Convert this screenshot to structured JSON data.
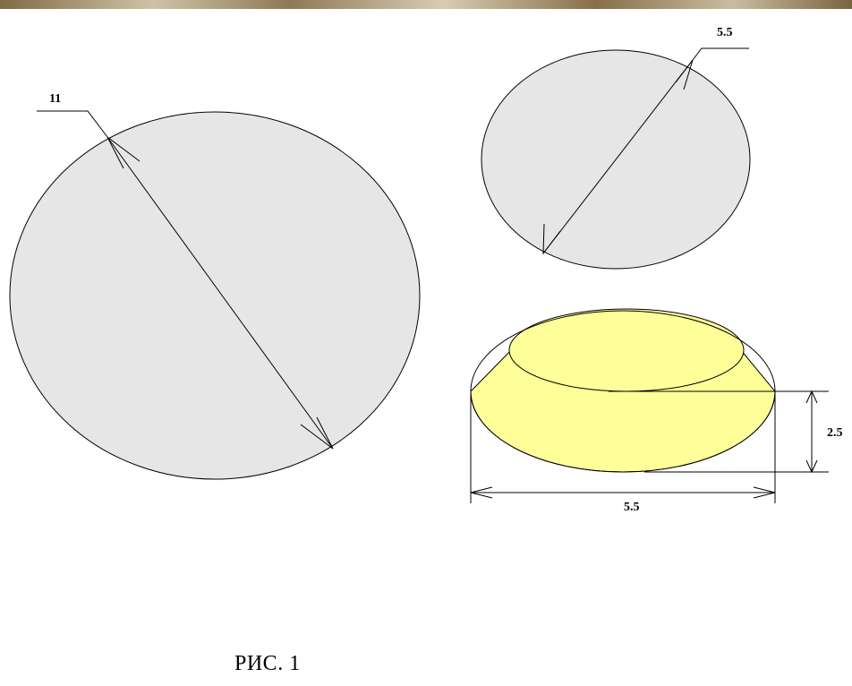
{
  "figure": {
    "caption": "РИС. 1"
  },
  "colors": {
    "gray_fill": "#e6e6e6",
    "yellow_fill": "#ffff99",
    "stroke": "#000000",
    "top_strip": "#8c7a55"
  },
  "large_circle": {
    "diameter_label": "11"
  },
  "small_circle": {
    "diameter_label": "5.5"
  },
  "cake": {
    "width_label": "5.5",
    "height_label": "2.5"
  }
}
